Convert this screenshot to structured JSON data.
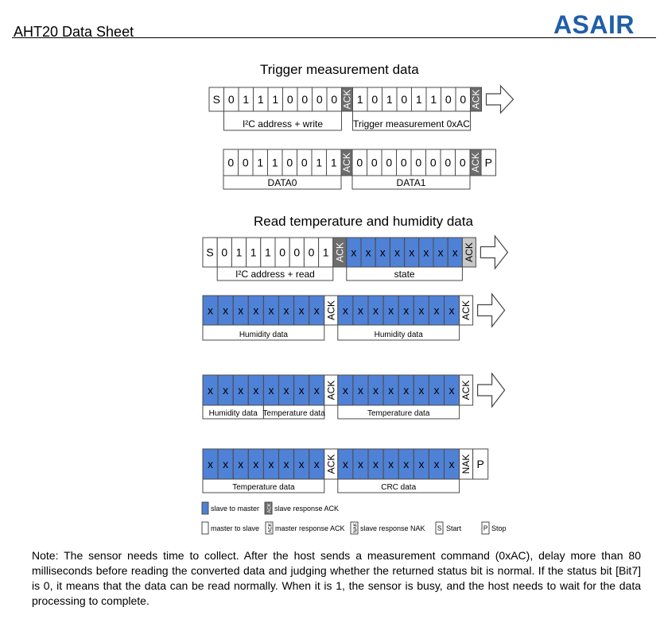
{
  "header": {
    "doc_title": "AHT20 Data Sheet",
    "brand": "ASAIR"
  },
  "colors": {
    "slave_to_master": "#4f81d6",
    "slave_ack": "#6d6d6d",
    "ack_light": "#c8c8c8",
    "border": "#4a4a4a",
    "brand": "#1f5fa8"
  },
  "sections": {
    "trigger_title": "Trigger measurement data",
    "read_title": "Read temperature and humidity data"
  },
  "ack_label": "ACK",
  "nak_label": "NAK",
  "frames": [
    {
      "cells": [
        {
          "t": "S",
          "k": "w"
        },
        {
          "t": "0",
          "k": "w"
        },
        {
          "t": "1",
          "k": "w"
        },
        {
          "t": "1",
          "k": "w"
        },
        {
          "t": "1",
          "k": "w"
        },
        {
          "t": "0",
          "k": "w"
        },
        {
          "t": "0",
          "k": "w"
        },
        {
          "t": "0",
          "k": "w"
        },
        {
          "t": "0",
          "k": "w"
        },
        {
          "t": "ACK",
          "k": "gd"
        },
        {
          "t": "1",
          "k": "w"
        },
        {
          "t": "0",
          "k": "w"
        },
        {
          "t": "1",
          "k": "w"
        },
        {
          "t": "0",
          "k": "w"
        },
        {
          "t": "1",
          "k": "w"
        },
        {
          "t": "1",
          "k": "w"
        },
        {
          "t": "0",
          "k": "w"
        },
        {
          "t": "0",
          "k": "w"
        },
        {
          "t": "ACK",
          "k": "gd"
        }
      ],
      "arrow": true,
      "labels": [
        {
          "text": "I²C address + write",
          "from": 1,
          "to": 8
        },
        {
          "text": "Trigger measurement 0xAC",
          "from": 10,
          "to": 17
        }
      ]
    },
    {
      "cells": [
        {
          "t": "0",
          "k": "w"
        },
        {
          "t": "0",
          "k": "w"
        },
        {
          "t": "1",
          "k": "w"
        },
        {
          "t": "1",
          "k": "w"
        },
        {
          "t": "0",
          "k": "w"
        },
        {
          "t": "0",
          "k": "w"
        },
        {
          "t": "1",
          "k": "w"
        },
        {
          "t": "1",
          "k": "w"
        },
        {
          "t": "ACK",
          "k": "gd"
        },
        {
          "t": "0",
          "k": "w"
        },
        {
          "t": "0",
          "k": "w"
        },
        {
          "t": "0",
          "k": "w"
        },
        {
          "t": "0",
          "k": "w"
        },
        {
          "t": "0",
          "k": "w"
        },
        {
          "t": "0",
          "k": "w"
        },
        {
          "t": "0",
          "k": "w"
        },
        {
          "t": "0",
          "k": "w"
        },
        {
          "t": "ACK",
          "k": "gd"
        },
        {
          "t": "P",
          "k": "w"
        }
      ],
      "arrow": false,
      "labels": [
        {
          "text": "DATA0",
          "from": 0,
          "to": 7
        },
        {
          "text": "DATA1",
          "from": 9,
          "to": 16
        }
      ]
    },
    {
      "cells": [
        {
          "t": "S",
          "k": "w"
        },
        {
          "t": "0",
          "k": "w"
        },
        {
          "t": "1",
          "k": "w"
        },
        {
          "t": "1",
          "k": "w"
        },
        {
          "t": "1",
          "k": "w"
        },
        {
          "t": "0",
          "k": "w"
        },
        {
          "t": "0",
          "k": "w"
        },
        {
          "t": "0",
          "k": "w"
        },
        {
          "t": "1",
          "k": "w"
        },
        {
          "t": "ACK",
          "k": "gd"
        },
        {
          "t": "x",
          "k": "b"
        },
        {
          "t": "x",
          "k": "b"
        },
        {
          "t": "x",
          "k": "b"
        },
        {
          "t": "x",
          "k": "b"
        },
        {
          "t": "x",
          "k": "b"
        },
        {
          "t": "x",
          "k": "b"
        },
        {
          "t": "x",
          "k": "b"
        },
        {
          "t": "x",
          "k": "b"
        },
        {
          "t": "ACK",
          "k": "gl"
        }
      ],
      "arrow": true,
      "labels": [
        {
          "text": "I²C address + read",
          "from": 1,
          "to": 8
        },
        {
          "text": "state",
          "from": 10,
          "to": 17
        }
      ]
    },
    {
      "cells": [
        {
          "t": "x",
          "k": "b"
        },
        {
          "t": "x",
          "k": "b"
        },
        {
          "t": "x",
          "k": "b"
        },
        {
          "t": "x",
          "k": "b"
        },
        {
          "t": "x",
          "k": "b"
        },
        {
          "t": "x",
          "k": "b"
        },
        {
          "t": "x",
          "k": "b"
        },
        {
          "t": "x",
          "k": "b"
        },
        {
          "t": "ACK",
          "k": "w"
        },
        {
          "t": "x",
          "k": "b"
        },
        {
          "t": "x",
          "k": "b"
        },
        {
          "t": "x",
          "k": "b"
        },
        {
          "t": "x",
          "k": "b"
        },
        {
          "t": "x",
          "k": "b"
        },
        {
          "t": "x",
          "k": "b"
        },
        {
          "t": "x",
          "k": "b"
        },
        {
          "t": "x",
          "k": "b"
        },
        {
          "t": "ACK",
          "k": "w"
        }
      ],
      "arrow": true,
      "labels": [
        {
          "text": "Humidity data",
          "from": 0,
          "to": 7
        },
        {
          "text": "Humidity data",
          "from": 9,
          "to": 16
        }
      ]
    },
    {
      "cells": [
        {
          "t": "x",
          "k": "b"
        },
        {
          "t": "x",
          "k": "b"
        },
        {
          "t": "x",
          "k": "b"
        },
        {
          "t": "x",
          "k": "b"
        },
        {
          "t": "x",
          "k": "b"
        },
        {
          "t": "x",
          "k": "b"
        },
        {
          "t": "x",
          "k": "b"
        },
        {
          "t": "x",
          "k": "b"
        },
        {
          "t": "ACK",
          "k": "w"
        },
        {
          "t": "x",
          "k": "b"
        },
        {
          "t": "x",
          "k": "b"
        },
        {
          "t": "x",
          "k": "b"
        },
        {
          "t": "x",
          "k": "b"
        },
        {
          "t": "x",
          "k": "b"
        },
        {
          "t": "x",
          "k": "b"
        },
        {
          "t": "x",
          "k": "b"
        },
        {
          "t": "x",
          "k": "b"
        },
        {
          "t": "ACK",
          "k": "w"
        }
      ],
      "arrow": true,
      "labels": [
        {
          "text": "Humidity data",
          "from": 0,
          "to": 3
        },
        {
          "text": "Temperature data",
          "from": 4,
          "to": 7
        },
        {
          "text": "Temperature data",
          "from": 9,
          "to": 16
        }
      ]
    },
    {
      "cells": [
        {
          "t": "x",
          "k": "b"
        },
        {
          "t": "x",
          "k": "b"
        },
        {
          "t": "x",
          "k": "b"
        },
        {
          "t": "x",
          "k": "b"
        },
        {
          "t": "x",
          "k": "b"
        },
        {
          "t": "x",
          "k": "b"
        },
        {
          "t": "x",
          "k": "b"
        },
        {
          "t": "x",
          "k": "b"
        },
        {
          "t": "ACK",
          "k": "w"
        },
        {
          "t": "x",
          "k": "b"
        },
        {
          "t": "x",
          "k": "b"
        },
        {
          "t": "x",
          "k": "b"
        },
        {
          "t": "x",
          "k": "b"
        },
        {
          "t": "x",
          "k": "b"
        },
        {
          "t": "x",
          "k": "b"
        },
        {
          "t": "x",
          "k": "b"
        },
        {
          "t": "x",
          "k": "b"
        },
        {
          "t": "NAK",
          "k": "w"
        },
        {
          "t": "P",
          "k": "w"
        }
      ],
      "arrow": false,
      "labels": [
        {
          "text": "Temperature data",
          "from": 0,
          "to": 7
        },
        {
          "text": "CRC data",
          "from": 9,
          "to": 16
        }
      ]
    }
  ],
  "legend": [
    {
      "kind": "b",
      "text": "slave to master"
    },
    {
      "kind": "gd",
      "text": "slave response ACK",
      "mark": "ACK"
    },
    {
      "kind": "w",
      "text": "master to slave"
    },
    {
      "kind": "w",
      "text": "master response ACK",
      "mark": "ACK"
    },
    {
      "kind": "w",
      "text": "slave response NAK",
      "mark": "NAK"
    },
    {
      "kind": "w",
      "text": "Start",
      "mark": "S"
    },
    {
      "kind": "w",
      "text": "Stop",
      "mark": "P"
    }
  ],
  "note": "Note: The sensor needs time to collect. After the host sends a measurement command (0xAC), delay more than 80 milliseconds before reading the converted data and judging whether the returned status bit is normal. If the status bit [Bit7] is 0, it means that the data can be read normally. When it is 1, the sensor is busy, and the host needs to wait for the data processing to complete."
}
